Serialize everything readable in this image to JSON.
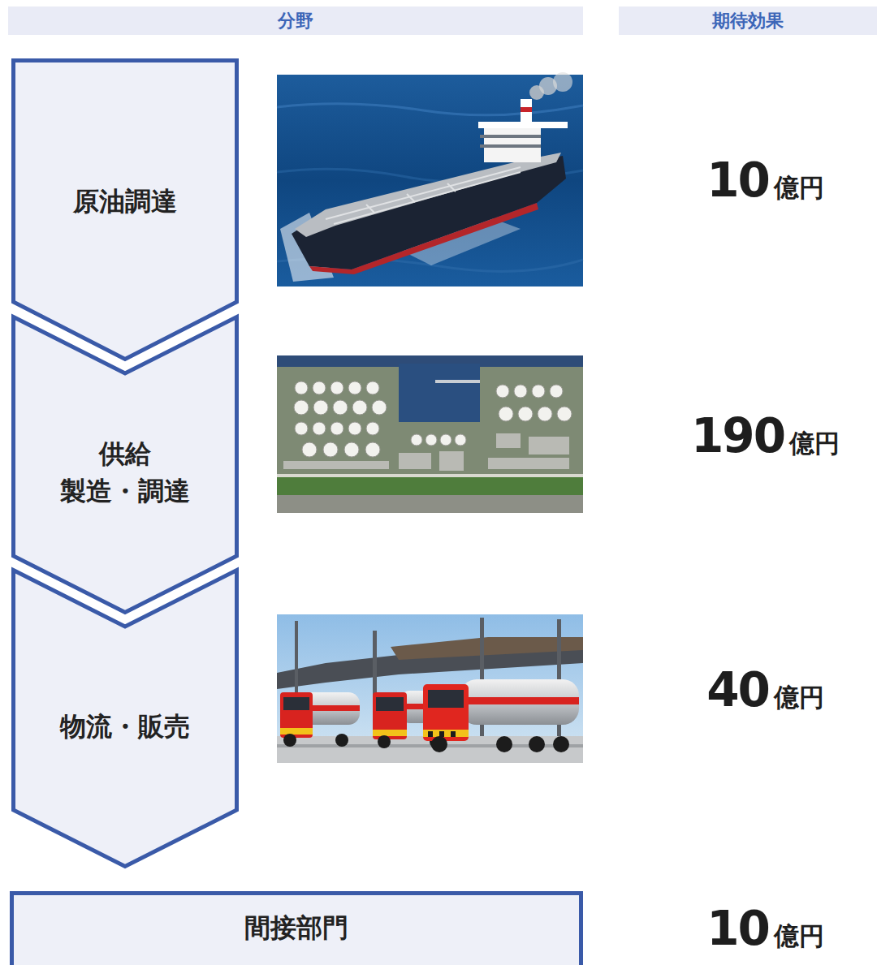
{
  "diagram": {
    "nodes": [
      {
        "text": [
          "分野"
        ]
      },
      {
        "text": [
          "期待効果"
        ]
      },
      {
        "text": [
          "原油調達"
        ]
      },
      {
        "text": [
          "供給",
          "製造・調達"
        ]
      },
      {
        "text": [
          "物流・販売"
        ]
      },
      {
        "text": [
          "間接部門"
        ]
      }
    ],
    "labels": [
      "10",
      "億円",
      "190",
      "億円",
      "40",
      "億円",
      "10",
      "億円"
    ]
  }
}
